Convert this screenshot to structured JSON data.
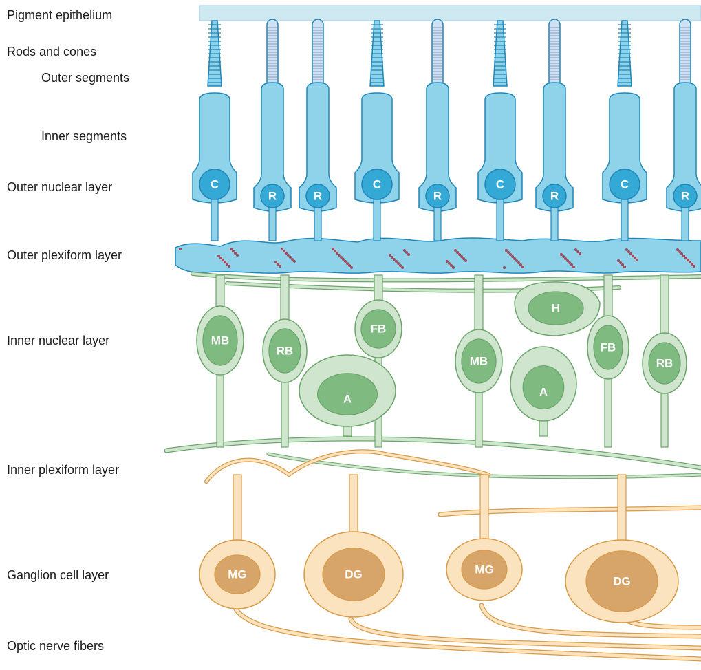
{
  "layer_labels": {
    "pigment_epithelium": "Pigment epithelium",
    "rods_and_cones": "Rods and cones",
    "outer_segments": "Outer segments",
    "inner_segments": "Inner segments",
    "outer_nuclear_layer": "Outer nuclear layer",
    "outer_plexiform_layer": "Outer plexiform layer",
    "inner_nuclear_layer": "Inner nuclear layer",
    "inner_plexiform_layer": "Inner plexiform layer",
    "ganglion_cell_layer": "Ganglion cell layer",
    "optic_nerve_fibers": "Optic nerve fibers"
  },
  "photoreceptors": [
    "C",
    "R",
    "R",
    "C",
    "R",
    "C",
    "R",
    "C",
    "R"
  ],
  "bipolar_cells": [
    "MB",
    "RB",
    "FB",
    "MB",
    "FB",
    "RB"
  ],
  "horizontal_cell": "H",
  "amacrine_cells": [
    "A",
    "A"
  ],
  "ganglion_cells": [
    "MG",
    "DG",
    "MG",
    "DG"
  ],
  "colors": {
    "photoreceptor_fill": "#8fd3ea",
    "photoreceptor_stroke": "#1f86b8",
    "photoreceptor_nucleus": "#35a9d6",
    "pigment_epithelium": "#cfe9f3",
    "bipolar_fill": "#cfe5cd",
    "bipolar_stroke": "#6aa46a",
    "bipolar_nucleus": "#7fba80",
    "ganglion_fill": "#fbe3bf",
    "ganglion_stroke": "#d89a45",
    "ganglion_nucleus": "#d7a56a"
  }
}
